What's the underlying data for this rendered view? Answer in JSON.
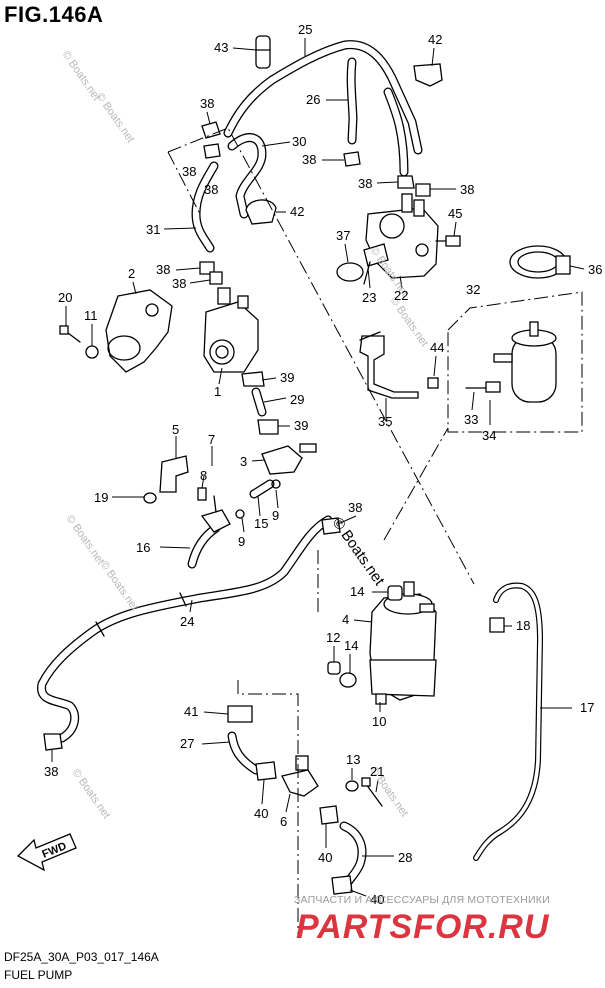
{
  "figure": {
    "title": "FIG.146A",
    "code": "DF25A_30A_P03_017_146A",
    "name": "FUEL PUMP",
    "fwd_label": "FWD"
  },
  "watermarks": {
    "boats": "© Boats.net",
    "boats_center": "© Boats.net",
    "shop_tagline": "ЗАПЧАСТИ И АКСЕССУАРЫ ДЛЯ МОТОТЕХНИКИ",
    "shop_logo": "PARTSFOR.RU"
  },
  "callouts": [
    {
      "id": "c43",
      "text": "43"
    },
    {
      "id": "c25",
      "text": "25"
    },
    {
      "id": "c42a",
      "text": "42"
    },
    {
      "id": "c38a",
      "text": "38"
    },
    {
      "id": "c26",
      "text": "26"
    },
    {
      "id": "c30",
      "text": "30"
    },
    {
      "id": "c38b",
      "text": "38"
    },
    {
      "id": "c38c",
      "text": "38"
    },
    {
      "id": "c38d",
      "text": "38"
    },
    {
      "id": "c38e",
      "text": "38"
    },
    {
      "id": "c38f",
      "text": "38"
    },
    {
      "id": "c42b",
      "text": "42"
    },
    {
      "id": "c45",
      "text": "45"
    },
    {
      "id": "c31",
      "text": "31"
    },
    {
      "id": "c37",
      "text": "37"
    },
    {
      "id": "c36",
      "text": "36"
    },
    {
      "id": "c38g",
      "text": "38"
    },
    {
      "id": "c38h",
      "text": "38"
    },
    {
      "id": "c2",
      "text": "2"
    },
    {
      "id": "c23",
      "text": "23"
    },
    {
      "id": "c22",
      "text": "22"
    },
    {
      "id": "c32",
      "text": "32"
    },
    {
      "id": "c20",
      "text": "20"
    },
    {
      "id": "c11",
      "text": "11"
    },
    {
      "id": "c44",
      "text": "44"
    },
    {
      "id": "c1",
      "text": "1"
    },
    {
      "id": "c39a",
      "text": "39"
    },
    {
      "id": "c29",
      "text": "29"
    },
    {
      "id": "c33",
      "text": "33"
    },
    {
      "id": "c34",
      "text": "34"
    },
    {
      "id": "c35",
      "text": "35"
    },
    {
      "id": "c5",
      "text": "5"
    },
    {
      "id": "c7",
      "text": "7"
    },
    {
      "id": "c39b",
      "text": "39"
    },
    {
      "id": "c3",
      "text": "3"
    },
    {
      "id": "c8",
      "text": "8"
    },
    {
      "id": "c19",
      "text": "19"
    },
    {
      "id": "c15",
      "text": "15"
    },
    {
      "id": "c9a",
      "text": "9"
    },
    {
      "id": "c9b",
      "text": "9"
    },
    {
      "id": "c38i",
      "text": "38"
    },
    {
      "id": "c16",
      "text": "16"
    },
    {
      "id": "c14a",
      "text": "14"
    },
    {
      "id": "c4",
      "text": "4"
    },
    {
      "id": "c18",
      "text": "18"
    },
    {
      "id": "c24",
      "text": "24"
    },
    {
      "id": "c12",
      "text": "12"
    },
    {
      "id": "c14b",
      "text": "14"
    },
    {
      "id": "c17",
      "text": "17"
    },
    {
      "id": "c41",
      "text": "41"
    },
    {
      "id": "c10",
      "text": "10"
    },
    {
      "id": "c27",
      "text": "27"
    },
    {
      "id": "c38j",
      "text": "38"
    },
    {
      "id": "c13",
      "text": "13"
    },
    {
      "id": "c21",
      "text": "21"
    },
    {
      "id": "c40a",
      "text": "40"
    },
    {
      "id": "c6",
      "text": "6"
    },
    {
      "id": "c40b",
      "text": "40"
    },
    {
      "id": "c28",
      "text": "28"
    },
    {
      "id": "c40c",
      "text": "40"
    }
  ]
}
